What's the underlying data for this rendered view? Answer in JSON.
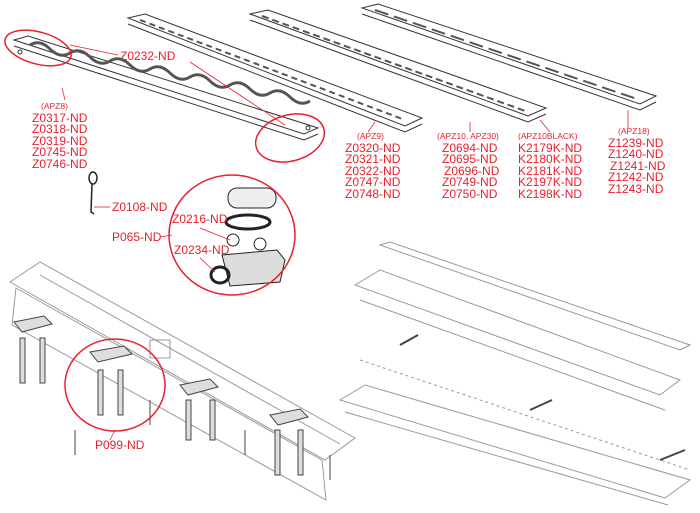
{
  "colors": {
    "callout": "#e8202e",
    "line": "#333333"
  },
  "callouts": {
    "clip": "Z0232-ND",
    "rod": "Z0108-ND",
    "siphon_kit": "P065-ND",
    "seal": "Z0216-ND",
    "outlet": "Z0234-ND",
    "feet": "P099-ND"
  },
  "gratings": [
    {
      "group": "(APZ8)",
      "codes": [
        "Z0317-ND",
        "Z0318-ND",
        "Z0319-ND",
        "Z0745-ND",
        "Z0746-ND"
      ]
    },
    {
      "group": "(APZ9)",
      "codes": [
        "Z0320-ND",
        "Z0321-ND",
        "Z0322-ND",
        "Z0747-ND",
        "Z0748-ND"
      ]
    },
    {
      "group": "(APZ10, APZ30)",
      "codes": [
        "Z0694-ND",
        "Z0695-ND",
        "Z0696-ND",
        "Z0749-ND",
        "Z0750-ND"
      ]
    },
    {
      "group": "(APZ10BLACK)",
      "codes": [
        "K2179K-ND",
        "K2180K-ND",
        "K2181K-ND",
        "K2197K-ND",
        "K2198K-ND"
      ]
    },
    {
      "group": "(APZ18)",
      "codes": [
        "Z1239-ND",
        "Z1240-ND",
        "Z1241-ND",
        "Z1242-ND",
        "Z1243-ND"
      ]
    }
  ]
}
